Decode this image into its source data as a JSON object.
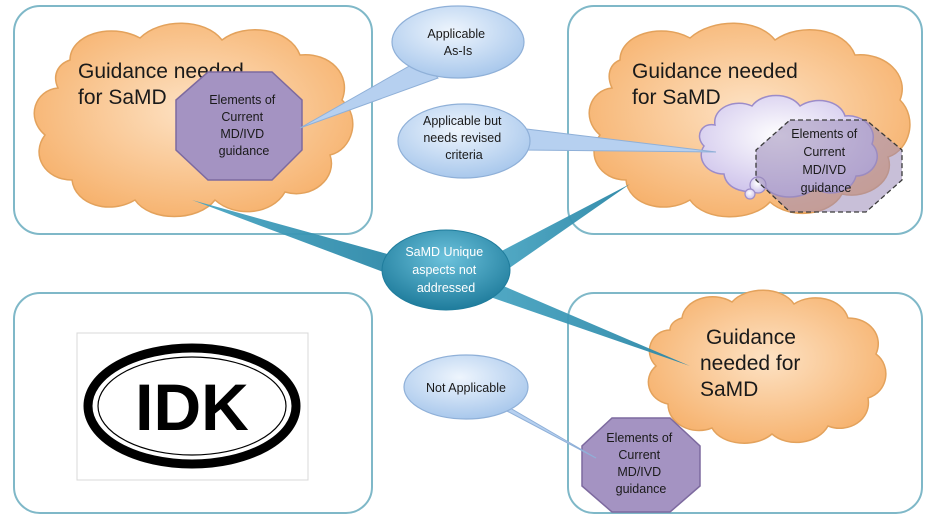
{
  "panels": {
    "top_left": {
      "cloud_title": [
        "Guidance needed",
        "for SaMD"
      ],
      "hexagon": [
        "Elements of",
        "Current",
        "MD/IVD",
        "guidance"
      ]
    },
    "top_right": {
      "cloud_title": [
        "Guidance needed",
        "for SaMD"
      ],
      "hexagon": [
        "Elements of",
        "Current",
        "MD/IVD",
        "guidance"
      ]
    },
    "bottom_left": {
      "logo_text": "IDK"
    },
    "bottom_right": {
      "cloud_title": [
        "Guidance",
        "needed for",
        "SaMD"
      ],
      "hexagon": [
        "Elements of",
        "Current",
        "MD/IVD",
        "guidance"
      ]
    }
  },
  "callouts": {
    "applicable_as_is": [
      "Applicable",
      "As-Is"
    ],
    "applicable_revised": [
      "Applicable but",
      "needs revised",
      "criteria"
    ],
    "not_applicable": [
      "Not Applicable"
    ]
  },
  "center": {
    "label": [
      "SaMD Unique",
      "aspects not",
      "addressed"
    ]
  },
  "colors": {
    "panel_border": "#7fb8c8",
    "cloud_fill": "#f9c48a",
    "hexagon_fill": "#a493c2",
    "callout_fill": "#c7dcf3",
    "center_fill": "#3a97b4",
    "thought_cloud_fill": "#d7cff0"
  }
}
